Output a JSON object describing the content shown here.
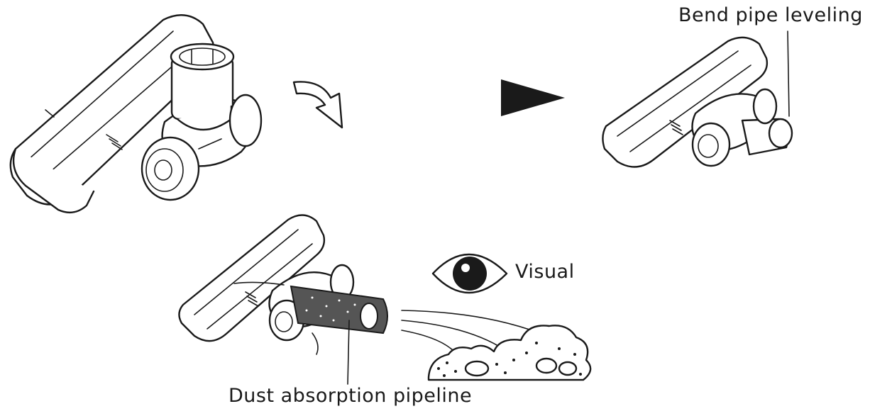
{
  "labels": {
    "bend_pipe": "Bend pipe leveling",
    "visual": "Visual",
    "dust_pipeline": "Dust absorption pipeline"
  },
  "icons": [
    "rotate-arrow-icon",
    "play-arrow-icon",
    "eye-icon"
  ],
  "colors": {
    "ink": "#1a1a1a",
    "shade": "#555555",
    "paper": "#ffffff"
  }
}
